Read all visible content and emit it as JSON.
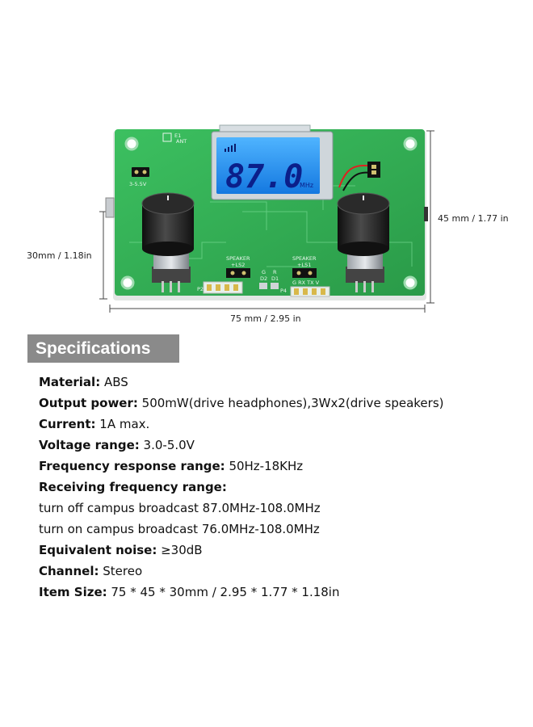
{
  "figure": {
    "lcd_frequency": "87.0",
    "lcd_unit": "MHz",
    "pcb_labels": {
      "ant": "ANT",
      "e1": "E1",
      "power": "3-5.5V",
      "speaker_left": "SPEAKER",
      "ls2": "+LS2",
      "speaker_right": "SPEAKER",
      "ls1": "+LS1",
      "p2": "P2",
      "p4": "P4",
      "led_d2": "D2",
      "led_d1": "D1",
      "led_g": "G",
      "led_r": "R",
      "right_header": "G RX TX V"
    },
    "dims": {
      "height": "45 mm / 1.77 in",
      "thickness": "30mm / 1.18in",
      "width": "75 mm / 2.95 in"
    },
    "colors": {
      "pcb": "#35b056",
      "lcd": "#1a8cff",
      "knob": "#1e1e1e"
    }
  },
  "specifications": {
    "title": "Specifications",
    "rows": [
      {
        "key": "Material:",
        "value": " ABS"
      },
      {
        "key": "Output power:",
        "value": " 500mW(drive headphones),3Wx2(drive speakers)"
      },
      {
        "key": "Current:",
        "value": " 1A max."
      },
      {
        "key": "Voltage range:",
        "value": " 3.0-5.0V"
      },
      {
        "key": "Frequency response range:",
        "value": " 50Hz-18KHz"
      },
      {
        "key": "Receiving frequency range:",
        "value": ""
      },
      {
        "key": "",
        "value": "turn off campus broadcast 87.0MHz-108.0MHz"
      },
      {
        "key": "",
        "value": "turn on campus broadcast 76.0MHz-108.0MHz"
      },
      {
        "key": "Equivalent noise:",
        "value": " ≥30dB"
      },
      {
        "key": "Channel:",
        "value": " Stereo"
      },
      {
        "key": "Item Size:",
        "value": " 75 * 45 * 30mm / 2.95 * 1.77 * 1.18in"
      }
    ]
  }
}
